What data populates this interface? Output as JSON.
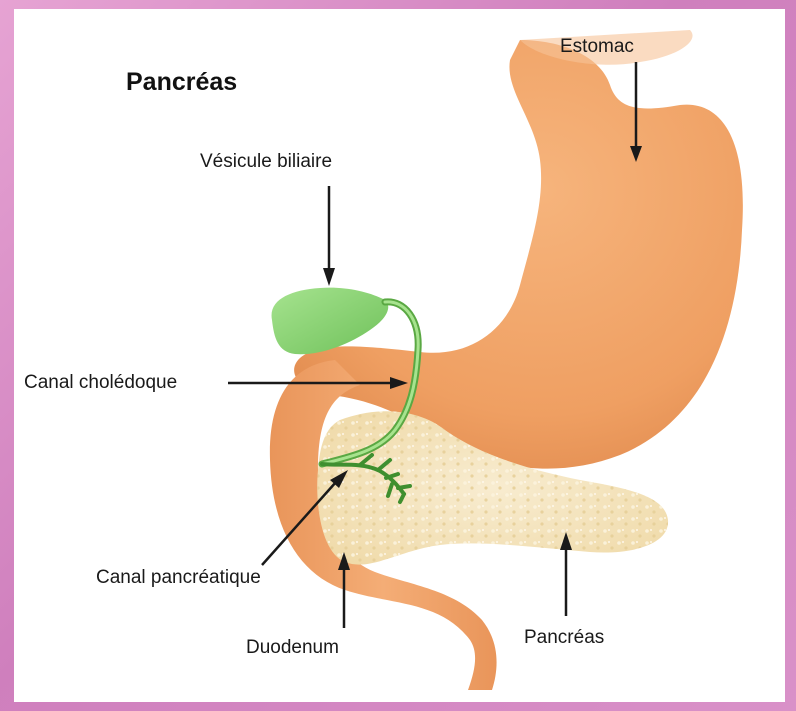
{
  "diagram": {
    "title": "Pancréas",
    "labels": {
      "stomach": "Estomac",
      "gallbladder": "Vésicule biliaire",
      "bile_duct": "Canal cholédoque",
      "pancreatic_duct": "Canal pancréatique",
      "duodenum": "Duodenum",
      "pancreas": "Pancréas"
    }
  },
  "colors": {
    "background_frame": "#d98fc4",
    "stomach": "#f0a468",
    "gallbladder": "#8fd67a",
    "pancreas": "#f3e2b8",
    "arrows": "#1a1a1a"
  }
}
